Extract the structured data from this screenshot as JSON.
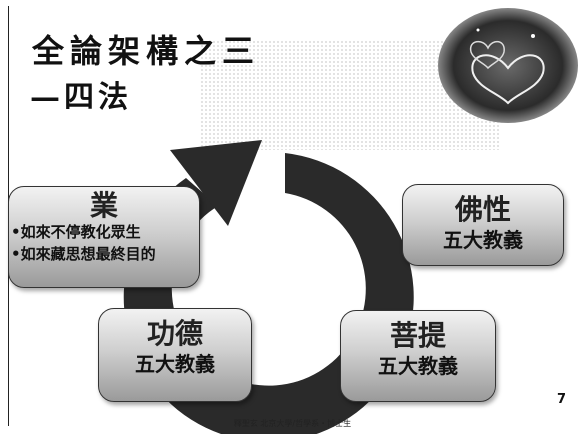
{
  "slide": {
    "title": "全論架構之三",
    "subtitle": "—四法",
    "page_number": "7",
    "footer": "釋聖玄 北京大學/哲學系・博士生"
  },
  "boxes": {
    "ye": {
      "heading": "業",
      "lines": [
        "•如來不停教化眾生",
        "•如來藏思想最終目的"
      ]
    },
    "foxing": {
      "heading": "佛性",
      "sub": "五大教義"
    },
    "gongde": {
      "heading": "功德",
      "sub": "五大教義"
    },
    "puti": {
      "heading": "菩提",
      "sub": "五大教義"
    }
  },
  "colors": {
    "arrow": "#2a2a2a",
    "box_top": "#f2f2f2",
    "box_bottom": "#9a9a9a"
  }
}
